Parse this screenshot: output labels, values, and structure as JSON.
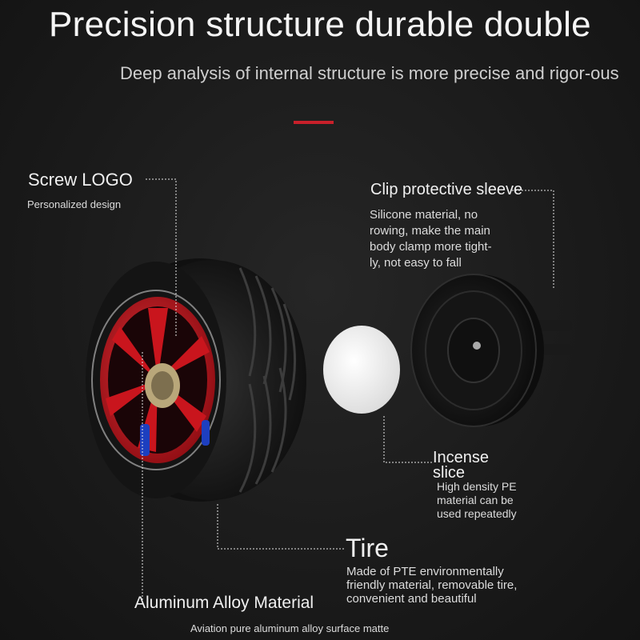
{
  "header": {
    "title": "Precision structure durable double",
    "subtitle": "Deep analysis of internal structure is more precise and rigor-ous"
  },
  "callouts": {
    "screw_logo": {
      "label": "Screw LOGO",
      "desc": "Personalized design"
    },
    "clip_sleeve": {
      "label": "Clip protective sleeve",
      "desc_lines": [
        "Silicone material, no",
        "rowing, make the main",
        "body clamp more tight-",
        "ly, not easy to fall"
      ]
    },
    "incense": {
      "label_lines": [
        "Incense",
        "slice"
      ],
      "desc_lines": [
        "High density PE",
        "material can be",
        "used repeatedly"
      ]
    },
    "tire": {
      "label": "Tire",
      "desc_lines": [
        "Made of PTE environmentally",
        "friendly material, removable tire,",
        "convenient and beautiful"
      ]
    },
    "alloy": {
      "label": "Aluminum Alloy Material",
      "desc": "Aviation pure aluminum alloy surface matte"
    }
  },
  "colors": {
    "accent": "#c8202a",
    "rim": "#c4141b",
    "background": "#191919"
  }
}
